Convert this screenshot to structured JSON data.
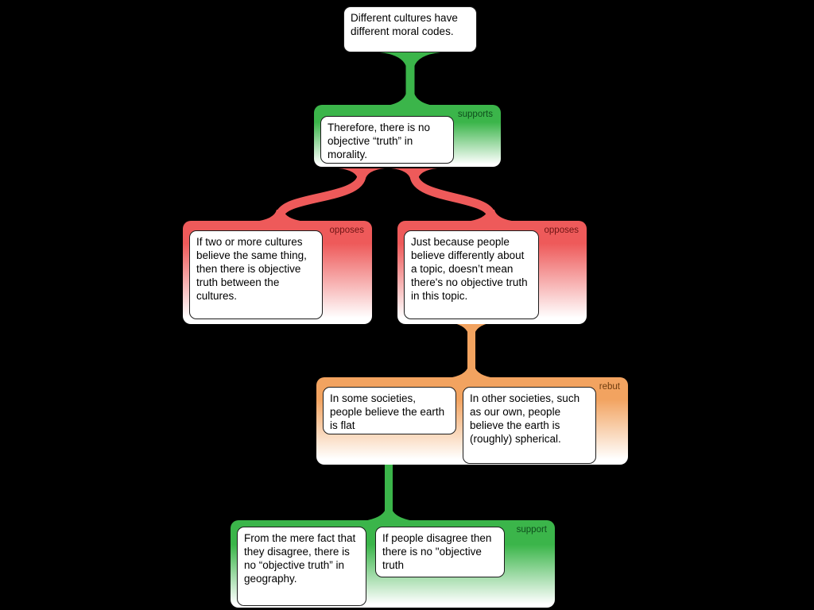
{
  "canvas": {
    "background": "#000000"
  },
  "colors": {
    "supports": "#3bb54a",
    "opposes": "#ee5a5a",
    "rebut": "#f2a360"
  },
  "diagram": {
    "root": {
      "text": "Different cultures have different moral codes."
    },
    "supports": {
      "label": "supports",
      "claim": "Therefore, there is no objective “truth” in morality."
    },
    "opposesLeft": {
      "label": "opposes",
      "claim": "If two or more cultures believe the same thing, then there is objective truth between the cultures."
    },
    "opposesRight": {
      "label": "opposes",
      "claim": "Just because people believe differently about a topic, doesn’t mean there's no objective truth in this topic."
    },
    "rebut": {
      "label": "rebut",
      "claims": [
        "In some societies, people believe the earth is flat",
        "In other societies, such as our own, people believe the earth is (roughly) spherical."
      ]
    },
    "support": {
      "label": "support",
      "claims": [
        "From the mere fact that they disagree, there is no “objective truth” in geography.",
        "If people disagree then there is no \"objective truth"
      ]
    }
  }
}
